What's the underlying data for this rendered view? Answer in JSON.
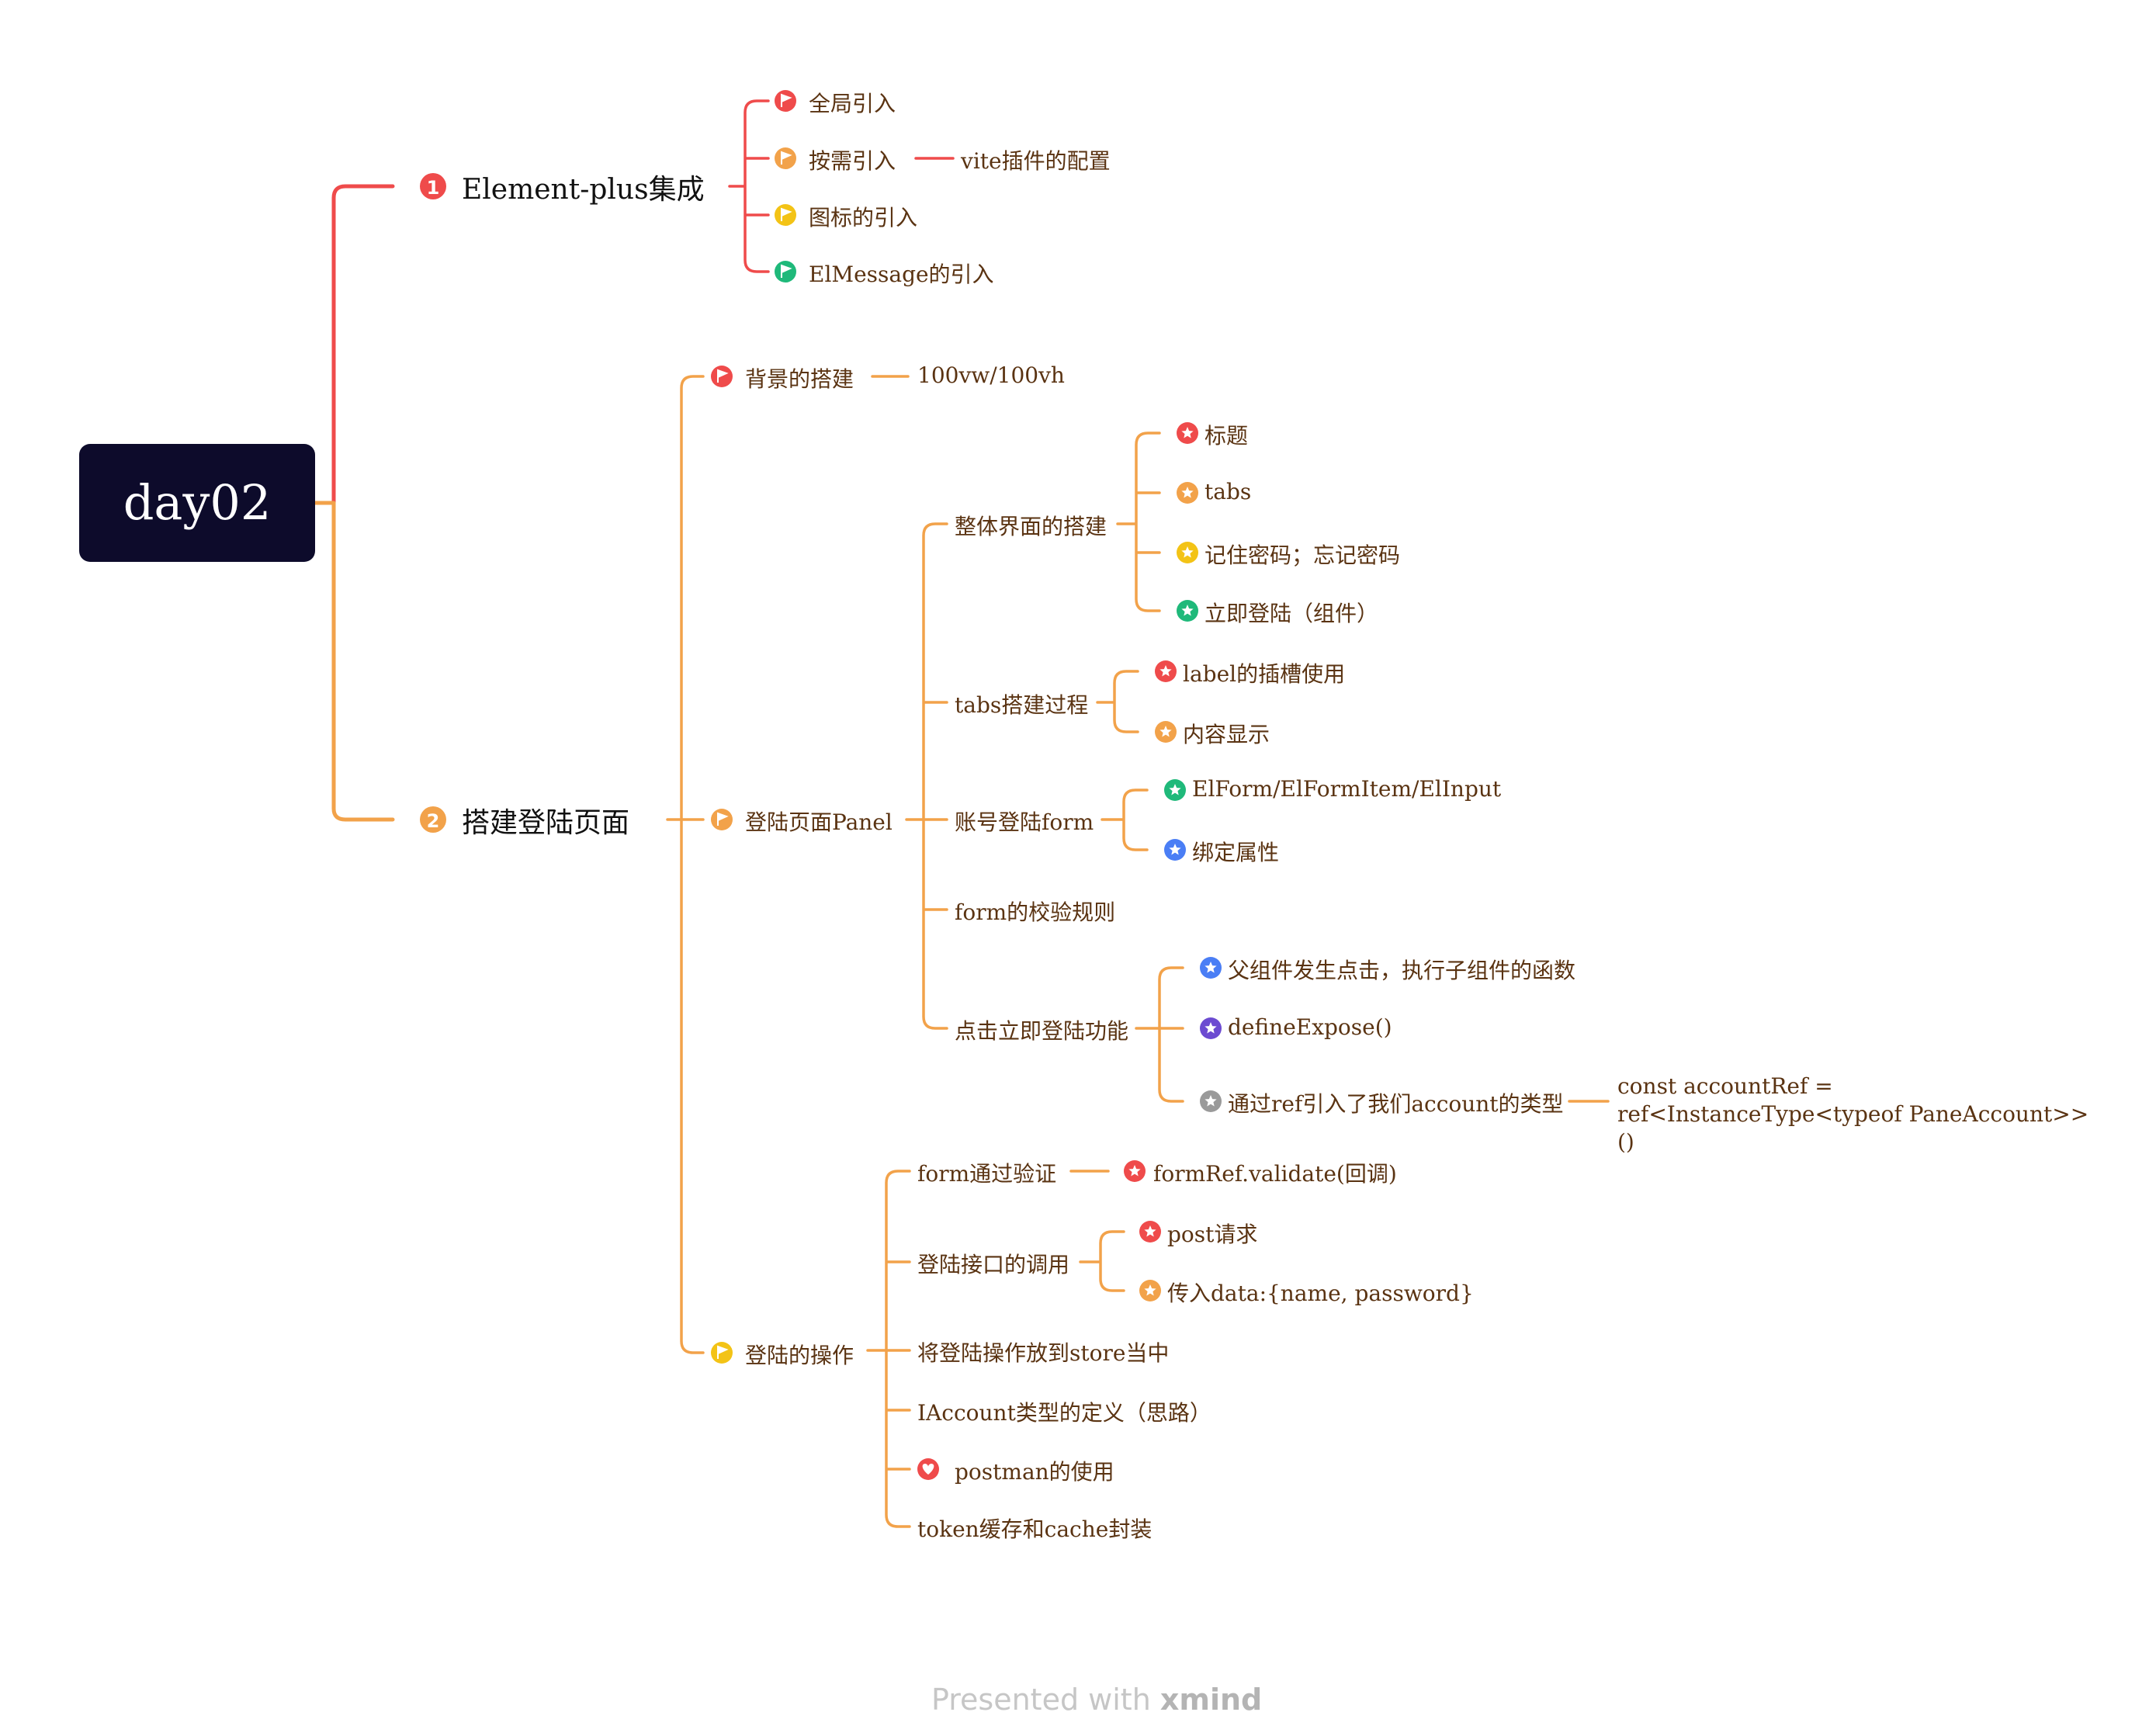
{
  "root": {
    "label": "day02"
  },
  "colors": {
    "red": "#ef4b4b",
    "orange": "#f2a24a",
    "yellow": "#f3c316",
    "green": "#1fb97a",
    "blue": "#4a7ef5",
    "purple": "#6c4bd1",
    "gray": "#9a9a9a",
    "line_orange": "#f2a24a",
    "line_red": "#ef4b4b",
    "text": "#5a3312",
    "root_bg": "#0d0b2b"
  },
  "branches": [
    {
      "label": "Element-plus集成",
      "number": "1",
      "color": "red",
      "children": [
        {
          "label": "全局引入",
          "icon": "flag-icon",
          "color": "red"
        },
        {
          "label": "按需引入",
          "icon": "flag-icon",
          "color": "orange",
          "note": "vite插件的配置"
        },
        {
          "label": "图标的引入",
          "icon": "flag-icon",
          "color": "yellow"
        },
        {
          "label": "ElMessage的引入",
          "icon": "flag-icon",
          "color": "green"
        }
      ]
    },
    {
      "label": "搭建登陆页面",
      "number": "2",
      "color": "orange",
      "children": [
        {
          "label": "背景的搭建",
          "icon": "flag-icon",
          "color": "red",
          "note": "100vw/100vh"
        },
        {
          "label": "登陆页面Panel",
          "icon": "flag-icon",
          "color": "orange",
          "children": [
            {
              "label": "整体界面的搭建",
              "children": [
                {
                  "label": "标题",
                  "icon": "star-icon",
                  "color": "red"
                },
                {
                  "label": "tabs",
                  "icon": "star-icon",
                  "color": "orange"
                },
                {
                  "label": "记住密码；忘记密码",
                  "icon": "star-icon",
                  "color": "yellow"
                },
                {
                  "label": "立即登陆（组件）",
                  "icon": "star-icon",
                  "color": "green"
                }
              ]
            },
            {
              "label": "tabs搭建过程",
              "children": [
                {
                  "label": "label的插槽使用",
                  "icon": "star-icon",
                  "color": "red"
                },
                {
                  "label": "内容显示",
                  "icon": "star-icon",
                  "color": "orange"
                }
              ]
            },
            {
              "label": "账号登陆form",
              "children": [
                {
                  "label": "ElForm/ElFormItem/ElInput",
                  "icon": "star-icon",
                  "color": "green"
                },
                {
                  "label": "绑定属性",
                  "icon": "star-icon",
                  "color": "blue"
                }
              ]
            },
            {
              "label": "form的校验规则"
            },
            {
              "label": "点击立即登陆功能",
              "children": [
                {
                  "label": "父组件发生点击，执行子组件的函数",
                  "icon": "star-icon",
                  "color": "blue"
                },
                {
                  "label": "defineExpose()",
                  "icon": "star-icon",
                  "color": "purple"
                },
                {
                  "label": "通过ref引入了我们account的类型",
                  "icon": "star-icon",
                  "color": "gray",
                  "note": "const accountRef = ref<InstanceType<typeof PaneAccount>>()"
                }
              ]
            }
          ]
        },
        {
          "label": "登陆的操作",
          "icon": "flag-icon",
          "color": "yellow",
          "children": [
            {
              "label": "form通过验证",
              "child": {
                "label": "formRef.validate(回调)",
                "icon": "star-icon",
                "color": "red"
              }
            },
            {
              "label": "登陆接口的调用",
              "children": [
                {
                  "label": "post请求",
                  "icon": "star-icon",
                  "color": "red"
                },
                {
                  "label": "传入data:{name, password}",
                  "icon": "star-icon",
                  "color": "orange"
                }
              ]
            },
            {
              "label": "将登陆操作放到store当中"
            },
            {
              "label": "IAccount类型的定义（思路）"
            },
            {
              "label": "postman的使用",
              "icon": "heart-icon",
              "color": "red"
            },
            {
              "label": "token缓存和cache封装"
            }
          ]
        }
      ]
    }
  ],
  "watermark": {
    "prefix": "Presented with",
    "brand": "xmind"
  }
}
